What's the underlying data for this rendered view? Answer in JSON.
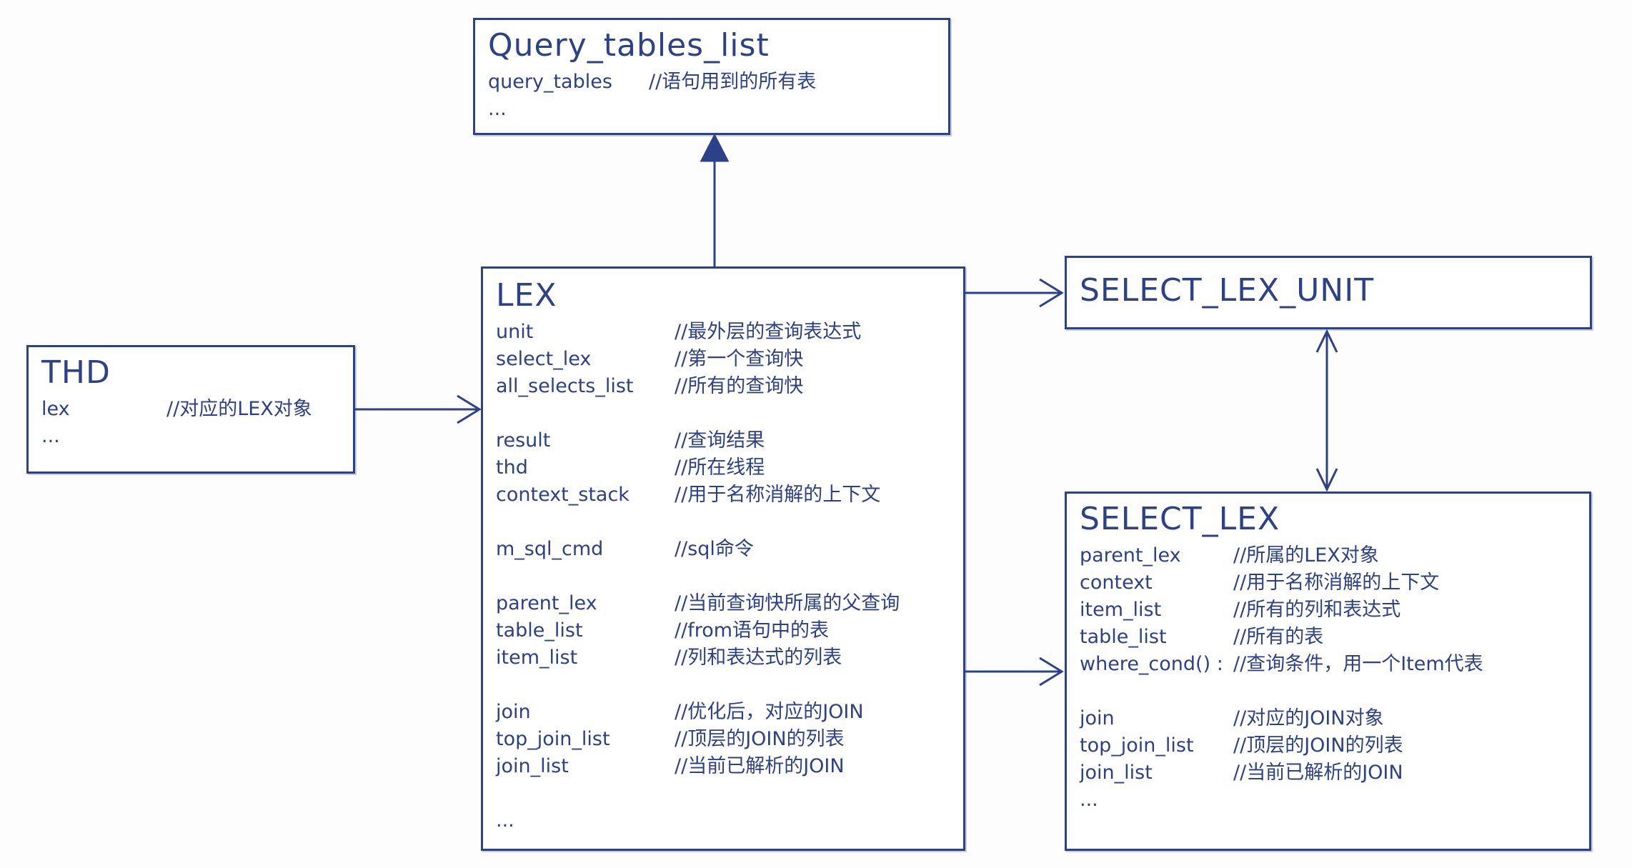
{
  "colors": {
    "ink": "#2d4187",
    "background": "#fdfdfd"
  },
  "boxes": {
    "query_tables_list": {
      "title": "Query_tables_list",
      "groups": [
        [
          {
            "name": "query_tables",
            "comment": "//语句用到的所有表"
          },
          {
            "name": "...",
            "comment": ""
          }
        ]
      ]
    },
    "thd": {
      "title": "THD",
      "groups": [
        [
          {
            "name": "lex",
            "comment": "//对应的LEX对象"
          },
          {
            "name": "...",
            "comment": ""
          }
        ]
      ]
    },
    "lex": {
      "title": "LEX",
      "groups": [
        [
          {
            "name": "unit",
            "comment": "//最外层的查询表达式"
          },
          {
            "name": "select_lex",
            "comment": "//第一个查询快"
          },
          {
            "name": "all_selects_list",
            "comment": "//所有的查询快"
          }
        ],
        [
          {
            "name": "result",
            "comment": "//查询结果"
          },
          {
            "name": "thd",
            "comment": "//所在线程"
          },
          {
            "name": "context_stack",
            "comment": "//用于名称消解的上下文"
          }
        ],
        [
          {
            "name": "m_sql_cmd",
            "comment": "//sql命令"
          }
        ],
        [
          {
            "name": "parent_lex",
            "comment": "//当前查询快所属的父查询"
          },
          {
            "name": "table_list",
            "comment": "//from语句中的表"
          },
          {
            "name": "item_list",
            "comment": "//列和表达式的列表"
          }
        ],
        [
          {
            "name": "join",
            "comment": "//优化后，对应的JOIN"
          },
          {
            "name": "top_join_list",
            "comment": "//顶层的JOIN的列表"
          },
          {
            "name": "join_list",
            "comment": "//当前已解析的JOIN"
          }
        ],
        [
          {
            "name": "...",
            "comment": ""
          }
        ]
      ]
    },
    "select_lex_unit": {
      "title": "SELECT_LEX_UNIT",
      "groups": []
    },
    "select_lex": {
      "title": "SELECT_LEX",
      "groups": [
        [
          {
            "name": "parent_lex",
            "comment": "//所属的LEX对象"
          },
          {
            "name": "context",
            "comment": "//用于名称消解的上下文"
          },
          {
            "name": "item_list",
            "comment": "//所有的列和表达式"
          },
          {
            "name": "table_list",
            "comment": "//所有的表"
          },
          {
            "name": "where_cond() :",
            "comment": "//查询条件，用一个Item代表"
          }
        ],
        [
          {
            "name": "join",
            "comment": "//对应的JOIN对象"
          },
          {
            "name": "top_join_list",
            "comment": "//顶层的JOIN的列表"
          },
          {
            "name": "join_list",
            "comment": "//当前已解析的JOIN"
          },
          {
            "name": "...",
            "comment": ""
          }
        ]
      ]
    }
  },
  "arrows": [
    {
      "id": "lex-inherits-query-tables-list",
      "from": "LEX",
      "to": "Query_tables_list",
      "style": "solid-triangle-up"
    },
    {
      "id": "thd-to-lex",
      "from": "THD",
      "to": "LEX",
      "style": "open-arrow-right"
    },
    {
      "id": "lex-to-select-lex-unit",
      "from": "LEX",
      "to": "SELECT_LEX_UNIT",
      "style": "open-arrow-right"
    },
    {
      "id": "lex-to-select-lex",
      "from": "LEX",
      "to": "SELECT_LEX",
      "style": "open-arrow-right"
    },
    {
      "id": "select-lex-unit-select-lex",
      "from": "SELECT_LEX_UNIT",
      "to": "SELECT_LEX",
      "style": "double-open-arrow-vertical"
    }
  ]
}
